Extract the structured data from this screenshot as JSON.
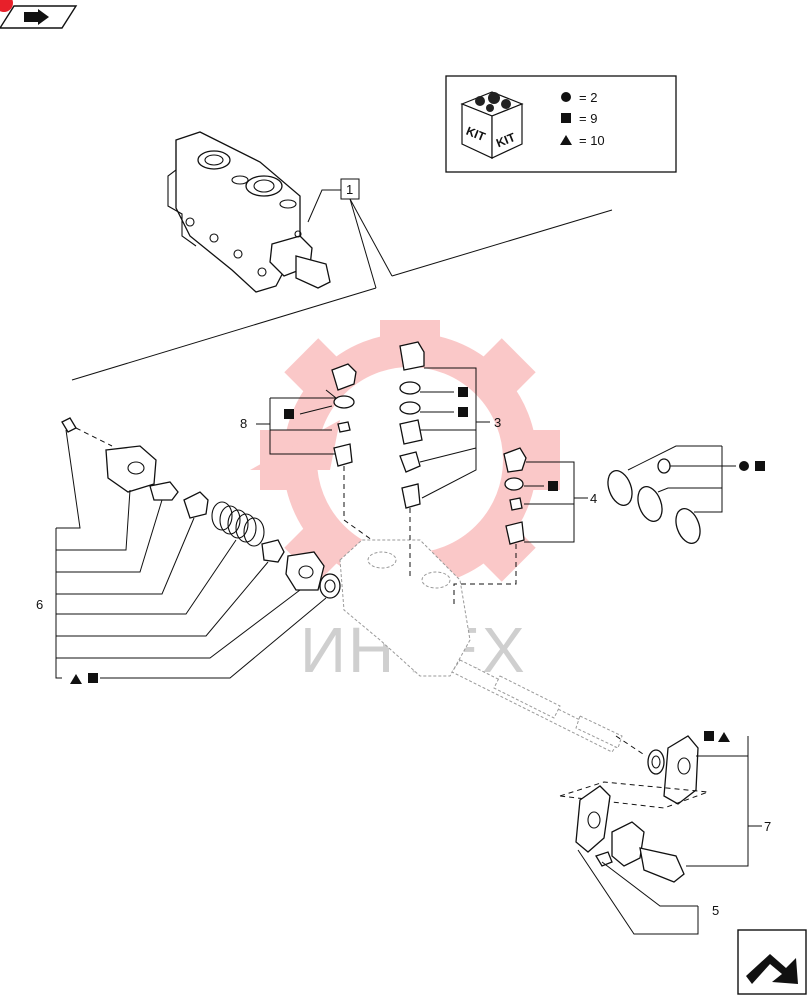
{
  "legend": {
    "kit_label_1": "KIT",
    "kit_label_2": "KIT",
    "items": [
      {
        "symbol": "circle",
        "text": "= 2"
      },
      {
        "symbol": "square",
        "text": "= 9"
      },
      {
        "symbol": "triangle",
        "text": "= 10"
      }
    ]
  },
  "callouts": {
    "c1": "1",
    "c3": "3",
    "c4": "4",
    "c5": "5",
    "c6": "6",
    "c7": "7",
    "c8": "8"
  },
  "watermark": "ИНТЕХ",
  "colors": {
    "watermark_logo": "#f03c3c",
    "line": "#111111"
  },
  "icons": {
    "top_left": "arrow-nav-icon",
    "bottom_right": "next-page-arrow-icon",
    "corner_dot": "red-dot-icon"
  }
}
